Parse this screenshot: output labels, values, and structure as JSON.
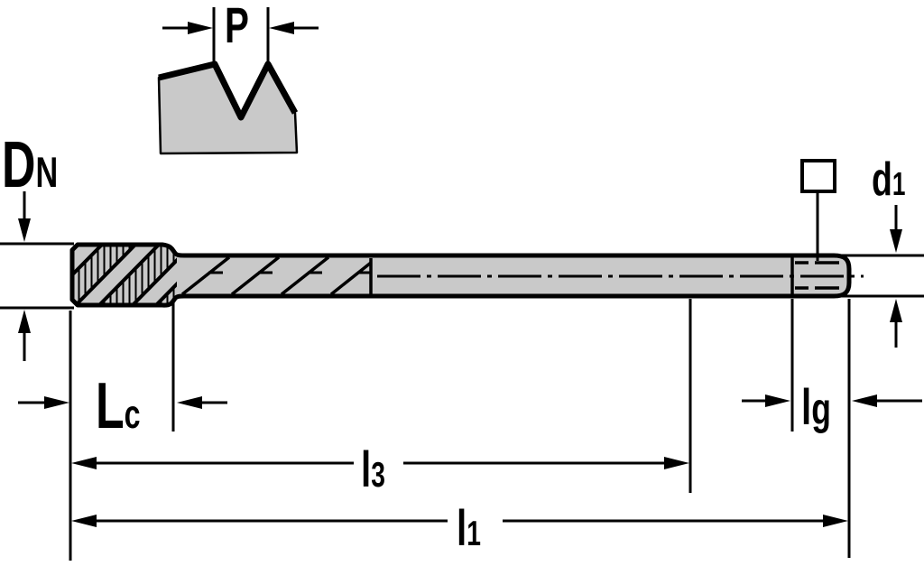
{
  "drawing": {
    "background": "#ffffff",
    "line_color": "#000000",
    "body_fill": "#c9c9c9",
    "labels": {
      "pitch": {
        "base": "P",
        "sub": ""
      },
      "nominal_diameter": {
        "base": "D",
        "sub": "N"
      },
      "shank_diameter": {
        "base": "d",
        "sub": "1"
      },
      "chamfer_length": {
        "base": "L",
        "sub": "c"
      },
      "square_length": {
        "base": "l",
        "sub": "g"
      },
      "thread_to_runout_length": {
        "base": "l",
        "sub": "3"
      },
      "overall_length": {
        "base": "l",
        "sub": "1"
      }
    },
    "icons": {
      "square_drive": "square-outline-symbol"
    }
  }
}
